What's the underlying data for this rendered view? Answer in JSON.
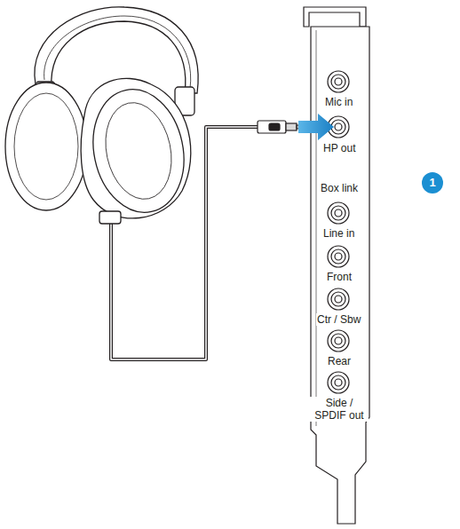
{
  "diagram": {
    "labels": [
      "Mic in",
      "HP out",
      "Box link",
      "Line in",
      "Front",
      "Ctr / Sbw",
      "Rear",
      "Side / SPDIF out",
      "1"
    ]
  }
}
